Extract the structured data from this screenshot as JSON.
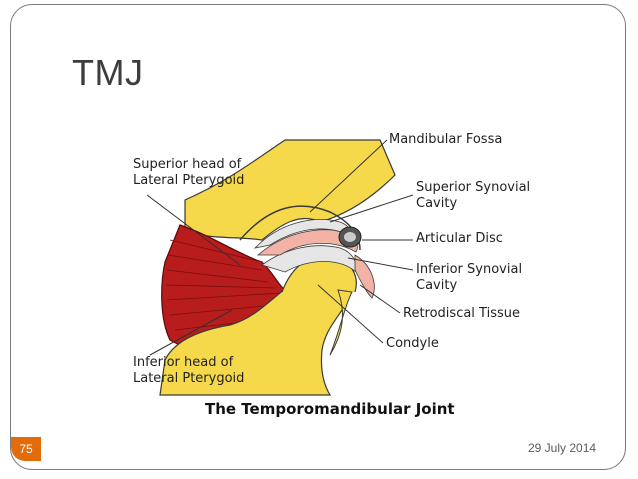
{
  "slide": {
    "title": "TMJ",
    "number": "75",
    "date": "29 July 2014"
  },
  "diagram": {
    "caption": "The Temporomandibular Joint",
    "labels": {
      "mandibular_fossa": "Mandibular Fossa",
      "superior_head_line1": "Superior head of",
      "superior_head_line2": "Lateral Pterygoid",
      "superior_synovial_line1": "Superior Synovial",
      "superior_synovial_line2": "Cavity",
      "articular_disc": "Articular Disc",
      "inferior_synovial_line1": "Inferior Synovial",
      "inferior_synovial_line2": "Cavity",
      "retrodiscal_tissue": "Retrodiscal Tissue",
      "condyle": "Condyle",
      "inferior_head_line1": "Inferior head of",
      "inferior_head_line2": "Lateral Pterygoid"
    },
    "colors": {
      "bone": "#f6d94a",
      "muscle": "#b81c1c",
      "muscle_dark": "#7a0f0f",
      "disc": "#f2b3a6",
      "cavity": "#e6e6e6",
      "outline": "#3a3a3a"
    }
  }
}
